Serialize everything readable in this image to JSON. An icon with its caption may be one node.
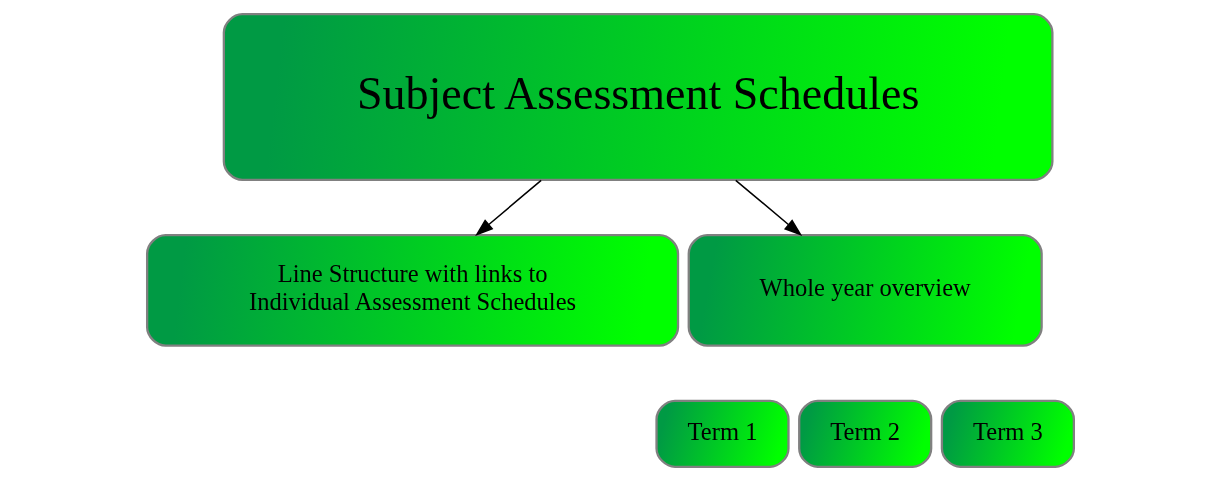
{
  "diagram": {
    "nodes": [
      {
        "text": [
          "Subject Assessment Schedules"
        ]
      },
      {
        "text": [
          "Line Structure with links to Individual Assessment Schedules"
        ]
      },
      {
        "text": [
          "Whole year overview"
        ]
      },
      {
        "text": [
          "Term 1"
        ]
      },
      {
        "text": [
          "Term 2"
        ]
      },
      {
        "text": [
          "Term 3"
        ]
      }
    ],
    "edges": [
      {
        "from": 0,
        "to": 1,
        "arrow": "to"
      },
      {
        "from": 0,
        "to": 2,
        "arrow": "to"
      }
    ]
  }
}
